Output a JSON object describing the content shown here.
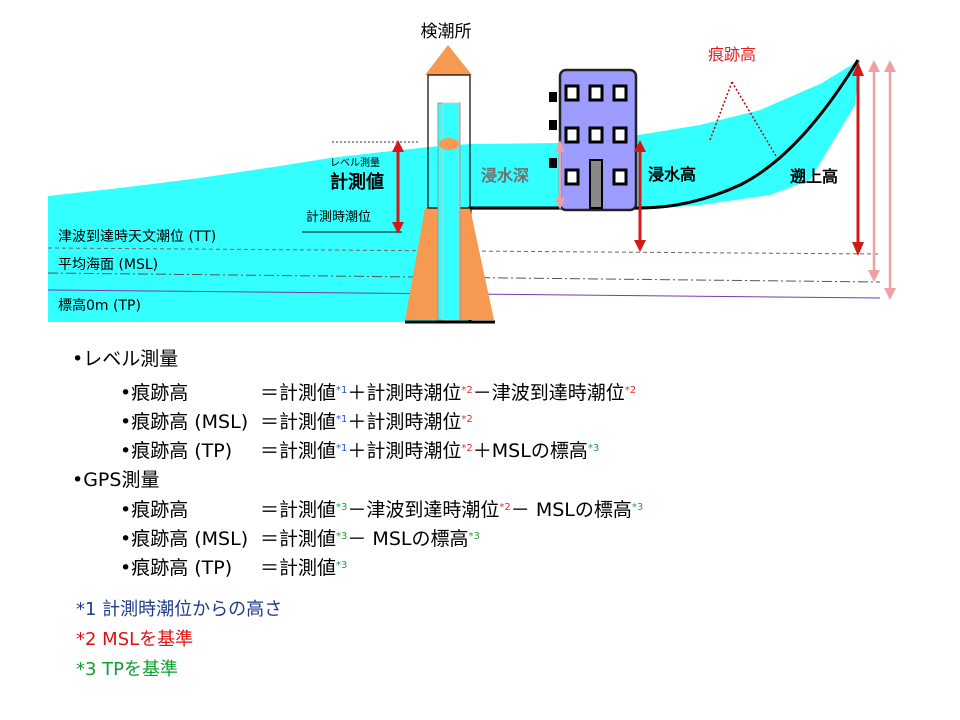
{
  "diagram": {
    "station_label": "検潮所",
    "trace_height_label": "痕跡高",
    "level_survey_small": "レベル測量",
    "measured_value": "計測値",
    "measured_tide": "計測時潮位",
    "inundation_depth": "浸水深",
    "inundation_height": "浸水高",
    "runup_height": "遡上高",
    "line_tt": "津波到達時天文潮位 (TT)",
    "line_msl": "平均海面 (MSL)",
    "line_tp": "標高0m (TP)",
    "colors": {
      "water": "#33ffff",
      "tower": "#f59a50",
      "building": "#9d9dff",
      "arrow_dark": "#d21919",
      "arrow_light": "#f0a0a0"
    }
  },
  "formulas": {
    "level": {
      "heading": "•レベル測量",
      "rows": [
        {
          "label": "•痕跡高",
          "t1": "＝計測値",
          "s1": "*1",
          "t2": "＋計測時潮位",
          "s2": "*2",
          "t3": "－津波到達時潮位",
          "s3": "*2"
        },
        {
          "label": "•痕跡高 (MSL)",
          "t1": "＝計測値",
          "s1": "*1",
          "t2": "＋計測時潮位",
          "s2": "*2"
        },
        {
          "label": "•痕跡高 (TP)",
          "t1": "＝計測値",
          "s1": "*1",
          "t2": "＋計測時潮位",
          "s2": "*2",
          "t3": "＋MSLの標高",
          "s3": "*3"
        }
      ]
    },
    "gps": {
      "heading": "•GPS測量",
      "rows": [
        {
          "label": "•痕跡高",
          "t1": "＝計測値",
          "s1": "*3",
          "t2": "－津波到達時潮位",
          "s2": "*2",
          "t3": "－ MSLの標高",
          "s3": "*3"
        },
        {
          "label": "•痕跡高 (MSL)",
          "t1": "＝計測値",
          "s1": "*3",
          "t2": "－ MSLの標高",
          "s2": "*3"
        },
        {
          "label": "•痕跡高 (TP)",
          "t1": "＝計測値",
          "s1": "*3"
        }
      ]
    }
  },
  "notes": {
    "n1": "*1 計測時潮位からの高さ",
    "n2": "*2 MSLを基準",
    "n3": "*3 TPを基準"
  }
}
